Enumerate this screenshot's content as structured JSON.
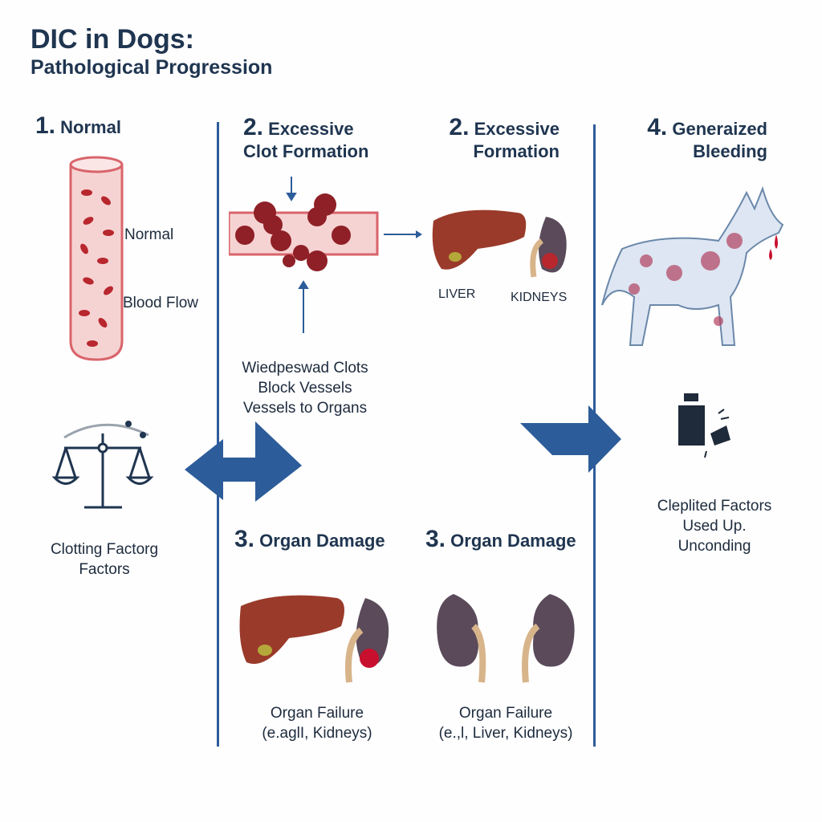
{
  "header": {
    "title": "DIC in Dogs:",
    "subtitle": "Pathological Progression"
  },
  "stages": [
    {
      "num": "1.",
      "title": "Normal",
      "labels": [
        "Normal",
        "Blood Flow"
      ]
    },
    {
      "num": "2.",
      "title_line1": "Excessive",
      "title_line2": "Clot Formation",
      "caption": [
        "Wiedpeswad Clots",
        "Block Vessels",
        "Vessels to Organs"
      ]
    },
    {
      "num": "2.",
      "title_line1": "Excessive",
      "title_line2": "Formation",
      "labels": [
        "LIVER",
        "KIDNEYS"
      ]
    },
    {
      "num": "4.",
      "title_line1": "Generaized",
      "title_line2": "Bleeding",
      "caption": [
        "Cleplited Factors",
        "Used Up.",
        "Unconding"
      ]
    }
  ],
  "balance": {
    "caption": [
      "Clotting Factorg",
      "Factors"
    ]
  },
  "organ_damage": [
    {
      "num": "3.",
      "title": "Organ Damage",
      "caption": [
        "Organ Failure",
        "(e.aglI, Kidneys)"
      ]
    },
    {
      "num": "3.",
      "title": "Organ Damage",
      "caption": [
        "Organ Failure",
        "(e.,l, Liver, Kidneys)"
      ]
    }
  ],
  "colors": {
    "navy": "#1f3550",
    "accent_blue": "#2d5c9a",
    "blood": "#a8252c",
    "liver": "#9a3a2a",
    "kidney": "#5a4a5a"
  }
}
